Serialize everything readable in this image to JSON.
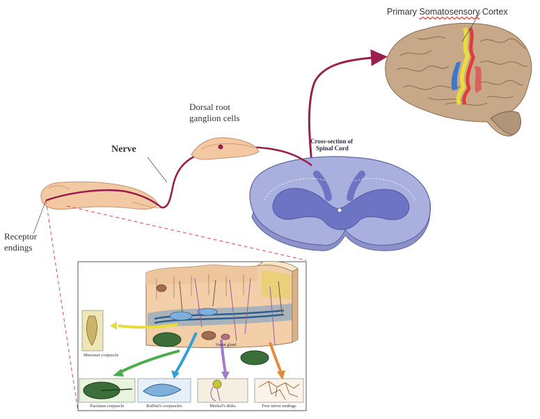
{
  "labels": {
    "cortex_prefix": "Primary ",
    "cortex_word": "Somatosensory",
    "cortex_suffix": " Cortex",
    "dorsal_root_line1": "Dorsal root",
    "dorsal_root_line2": "ganglion cells",
    "nerve": "Nerve",
    "cross_section_line1": "Cross-section of",
    "cross_section_line2": "Spinal Cord",
    "receptor_line1": "Receptor",
    "receptor_line2": "endings"
  },
  "inset": {
    "sweat_gland": "Sweat gland",
    "captions": {
      "meissner": "Meissner corpuscle",
      "pacinian": "Pacinian corpuscle",
      "ruffini": "Ruffini's corpuscles",
      "merkel": "Merkel's disks",
      "free_nerve": "Free nerve endings"
    }
  },
  "colors": {
    "nerve": "#9b1f4b",
    "finger": "#f3c9a3",
    "spinal_cord": "#aab0dd",
    "gray_matter": "#6e74c4",
    "brain": "#c7a98a",
    "arrow_yellow": "#e7dd3a",
    "arrow_green": "#4cae4a",
    "arrow_blue": "#2f9fd8",
    "arrow_purple": "#a57ac9",
    "arrow_orange": "#e58b37"
  }
}
